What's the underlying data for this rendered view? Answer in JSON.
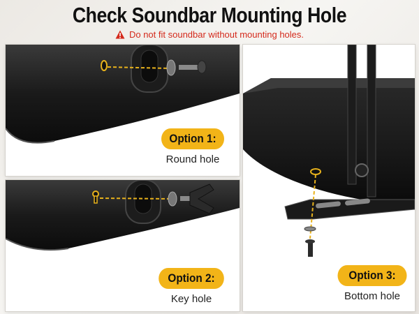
{
  "header": {
    "title": "Check Soundbar Mounting Hole",
    "warning": "Do not fit soundbar without mounting holes.",
    "warning_icon": "warning-triangle-icon"
  },
  "options": [
    {
      "label": "Option 1:",
      "caption": "Round hole"
    },
    {
      "label": "Option 2:",
      "caption": "Key hole"
    },
    {
      "label": "Option 3:",
      "caption": "Bottom hole"
    }
  ],
  "colors": {
    "accent": "#f2b418",
    "warning": "#d42a1c",
    "guide_line": "#e8b21c"
  }
}
